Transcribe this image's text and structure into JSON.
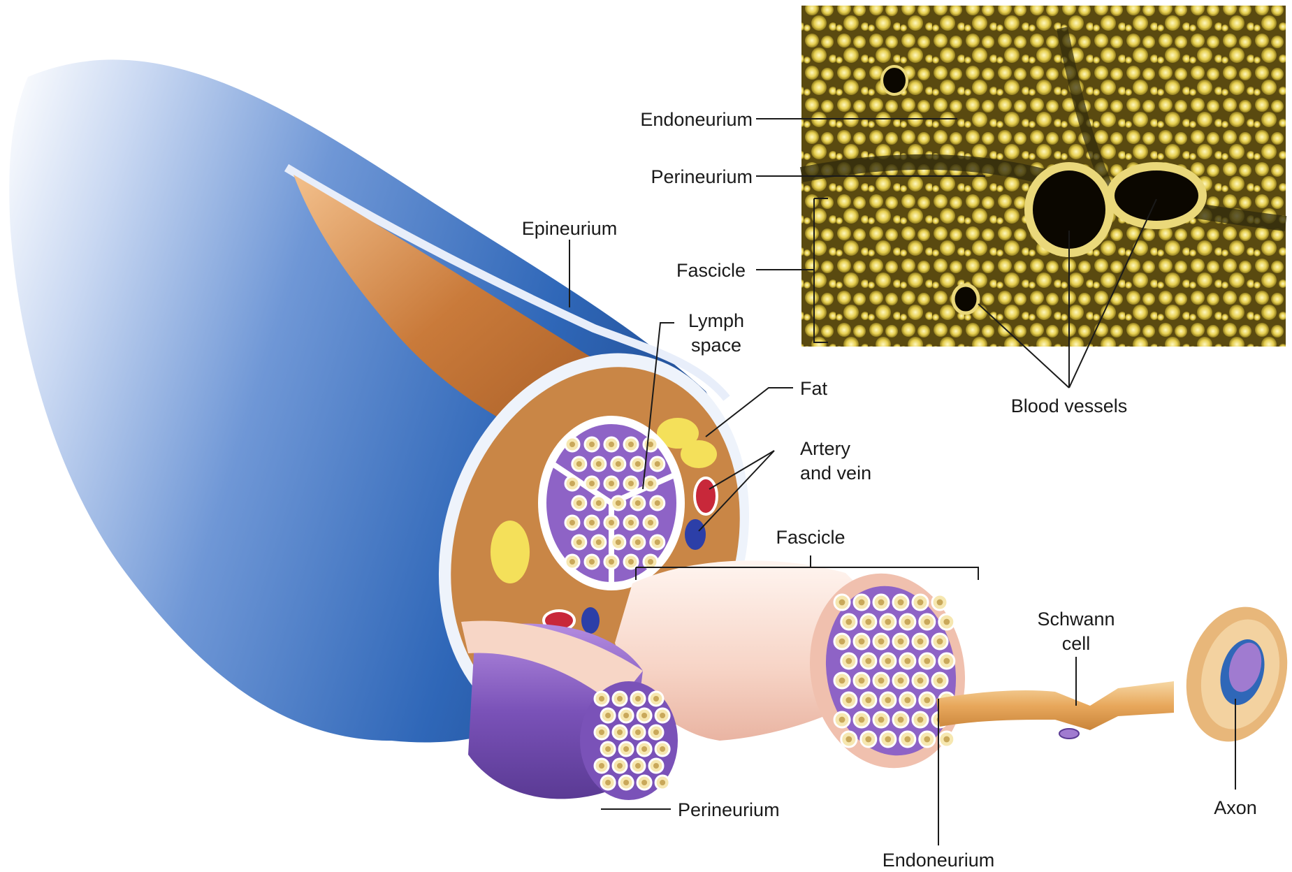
{
  "labels": {
    "endoneurium_top": "Endoneurium",
    "perineurium_top": "Perineurium",
    "fascicle_left": "Fascicle",
    "epineurium": "Epineurium",
    "lymph_line1": "Lymph",
    "lymph_line2": "space",
    "fat": "Fat",
    "artery_line1": "Artery",
    "artery_line2": "and vein",
    "fascicle_mid": "Fascicle",
    "blood_vessels": "Blood vessels",
    "schwann_line1": "Schwann",
    "schwann_line2": "cell",
    "perineurium_bottom": "Perineurium",
    "endoneurium_bottom": "Endoneurium",
    "axon": "Axon"
  },
  "colors": {
    "epineurium_blue": "#2f67b8",
    "fat_orange": "#c97a3a",
    "fascicle_purple": "#7a52b8",
    "fat_yellow": "#f4e05a",
    "artery_red": "#c8283a",
    "vein_blue": "#2c3fa8",
    "micrograph_yellow": "#d9c24a"
  }
}
